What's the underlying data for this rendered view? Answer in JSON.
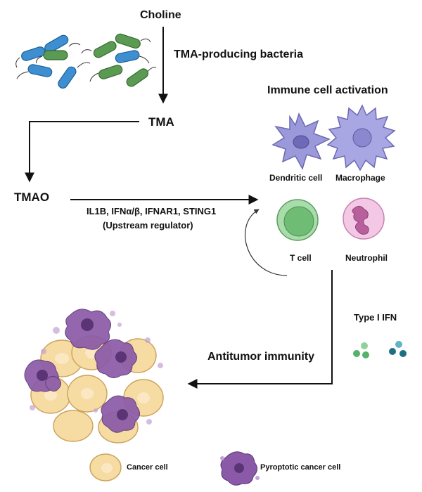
{
  "nodes": {
    "choline": "Choline",
    "bacteria_label": "TMA-producing bacteria",
    "tma": "TMA",
    "tmao": "TMAO",
    "regulators_line1": "IL1B, IFNα/β, IFNAR1, STING1",
    "regulators_line2": "(Upstream regulator)",
    "immune_title": "Immune cell activation",
    "dendritic": "Dendritic cell",
    "macrophage": "Macrophage",
    "tcell": "T cell",
    "neutrophil": "Neutrophil",
    "ifn": "Type I IFN",
    "antitumor": "Antitumor immunity"
  },
  "legend": {
    "cancer_cell": "Cancer cell",
    "pyroptotic_cell": "Pyroptotic cancer cell"
  },
  "colors": {
    "bacteria_blue": "#3d8fd1",
    "bacteria_green": "#5a9a52",
    "dendritic": "#9b99d9",
    "macrophage": "#a9a7e3",
    "tcell": "#8fce94",
    "neutrophil": "#e8a9d6",
    "cancer": "#f6dba3",
    "pyroptotic": "#8a5aa8",
    "ifn_green": "#55b26a",
    "ifn_teal": "#1e6f82"
  }
}
